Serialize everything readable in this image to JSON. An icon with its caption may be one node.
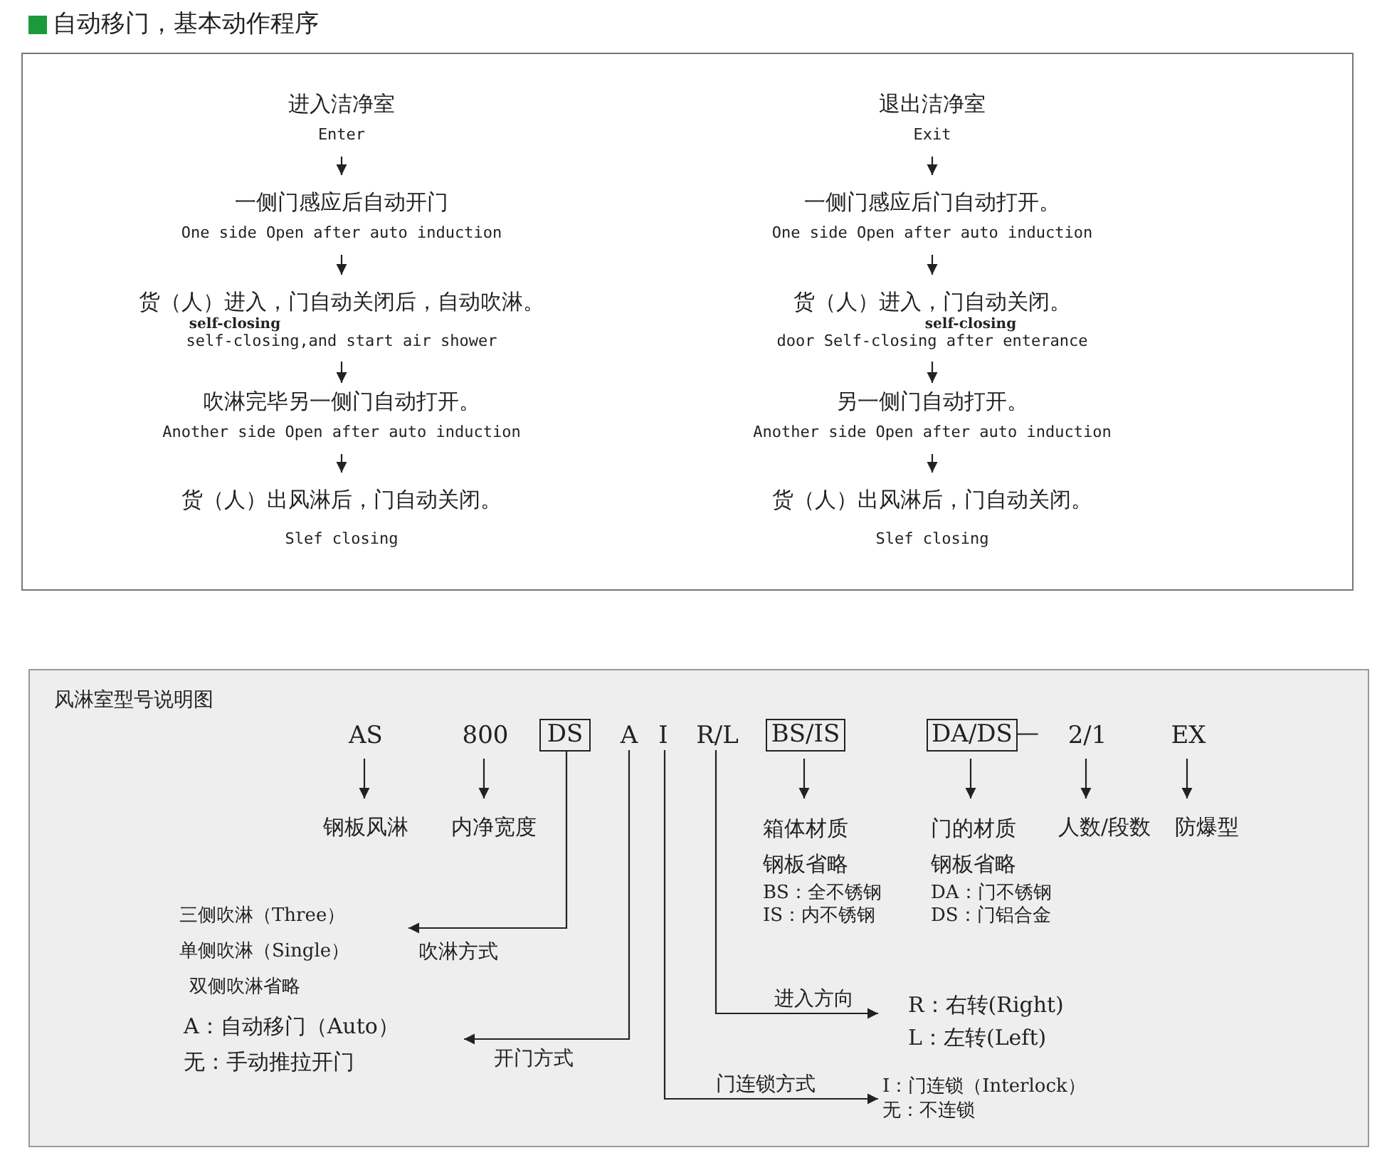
{
  "diagram": {
    "nodes": [
      {
        "text": [
          "自动移门，基本动作程序"
        ]
      },
      {
        "text": [
          "进入洁净室",
          "Enter"
        ],
        "in": 0
      },
      {
        "text": [
          "一侧门感应后自动开门",
          "One side Open after auto induction"
        ],
        "in": 0
      },
      {
        "text": [
          "货（人）进入，门自动关闭后，自动吹淋。",
          "self-closing,and start air shower"
        ],
        "in": 0
      },
      {
        "text": [
          "吹淋完毕另一侧门自动打开。",
          "Another side Open after auto induction"
        ],
        "in": 0
      },
      {
        "text": [
          "货（人）出风淋后，门自动关闭。",
          "Slef closing"
        ],
        "in": 0
      },
      {
        "text": [
          "退出洁净室",
          "Exit"
        ],
        "in": 0
      },
      {
        "text": [
          "一侧门感应后门自动打开。",
          "One side Open after auto induction"
        ],
        "in": 0
      },
      {
        "text": [
          "货（人）进入，门自动关闭。",
          "door Self-closing after enterance"
        ],
        "in": 0
      },
      {
        "text": [
          "另一侧门自动打开。",
          "Another side Open after auto induction"
        ],
        "in": 0
      },
      {
        "text": [
          "货（人）出风淋后，门自动关闭。",
          "Slef closing"
        ],
        "in": 0
      },
      {
        "text": [
          "风淋室型号说明图"
        ]
      },
      {
        "text": [
          "AS"
        ],
        "in": 11
      },
      {
        "text": [
          "800"
        ],
        "in": 11
      },
      {
        "text": [
          "DS"
        ],
        "in": 11
      },
      {
        "text": [
          "A"
        ],
        "in": 11
      },
      {
        "text": [
          "I"
        ],
        "in": 11
      },
      {
        "text": [
          "R/L"
        ],
        "in": 11
      },
      {
        "text": [
          "BS/IS"
        ],
        "in": 11
      },
      {
        "text": [
          "DA/DS"
        ],
        "in": 11
      },
      {
        "text": [
          "2/1"
        ],
        "in": 11
      },
      {
        "text": [
          "EX"
        ],
        "in": 11
      },
      {
        "text": [
          "钢板风淋"
        ],
        "in": 11
      },
      {
        "text": [
          "内净宽度"
        ],
        "in": 11
      },
      {
        "text": [
          "箱体材质",
          "钢板省略",
          "BS：全不锈钢",
          "IS：内不锈钢"
        ],
        "in": 11
      },
      {
        "text": [
          "门的材质",
          "钢板省略",
          "DA：门不锈钢",
          "DS：门铝合金"
        ],
        "in": 11
      },
      {
        "text": [
          "人数/段数"
        ],
        "in": 11
      },
      {
        "text": [
          "防爆型"
        ],
        "in": 11
      },
      {
        "text": [
          "三侧吹淋（Three）",
          "单侧吹淋（Single）",
          "双侧吹淋省略"
        ],
        "in": 11
      },
      {
        "text": [
          "A：自动移门（Auto）",
          "无：手动推拉开门"
        ],
        "in": 11
      },
      {
        "text": [
          "R：右转(Right)",
          "L：左转(Left)"
        ],
        "in": 11
      },
      {
        "text": [
          "I：门连锁（Interlock）",
          "无：不连锁"
        ],
        "in": 11
      }
    ],
    "edges": [
      {
        "from": 1,
        "to": 2,
        "arrow": "to"
      },
      {
        "from": 2,
        "to": 3,
        "arrow": "to"
      },
      {
        "from": 3,
        "to": 4,
        "arrow": "to"
      },
      {
        "from": 4,
        "to": 5,
        "arrow": "to"
      },
      {
        "from": 6,
        "to": 7,
        "arrow": "to"
      },
      {
        "from": 7,
        "to": 8,
        "arrow": "to"
      },
      {
        "from": 8,
        "to": 9,
        "arrow": "to"
      },
      {
        "from": 9,
        "to": 10,
        "arrow": "to"
      },
      {
        "from": 12,
        "to": 22,
        "arrow": "to"
      },
      {
        "from": 13,
        "to": 23,
        "arrow": "to"
      },
      {
        "from": 18,
        "to": 24,
        "arrow": "to"
      },
      {
        "from": 19,
        "to": 25,
        "arrow": "to"
      },
      {
        "from": 20,
        "to": 26,
        "arrow": "to"
      },
      {
        "from": 21,
        "to": 27,
        "arrow": "to"
      },
      {
        "from": 14,
        "to": 28,
        "arrow": "to",
        "label": "吹淋方式"
      },
      {
        "from": 15,
        "to": 29,
        "arrow": "to",
        "label": "开门方式"
      },
      {
        "from": 17,
        "to": 30,
        "arrow": "to",
        "label": "进入方向"
      },
      {
        "from": 16,
        "to": 31,
        "arrow": "to",
        "label": "门连锁方式"
      }
    ],
    "labels": [
      "self-closing",
      "self-closing",
      "—"
    ]
  }
}
